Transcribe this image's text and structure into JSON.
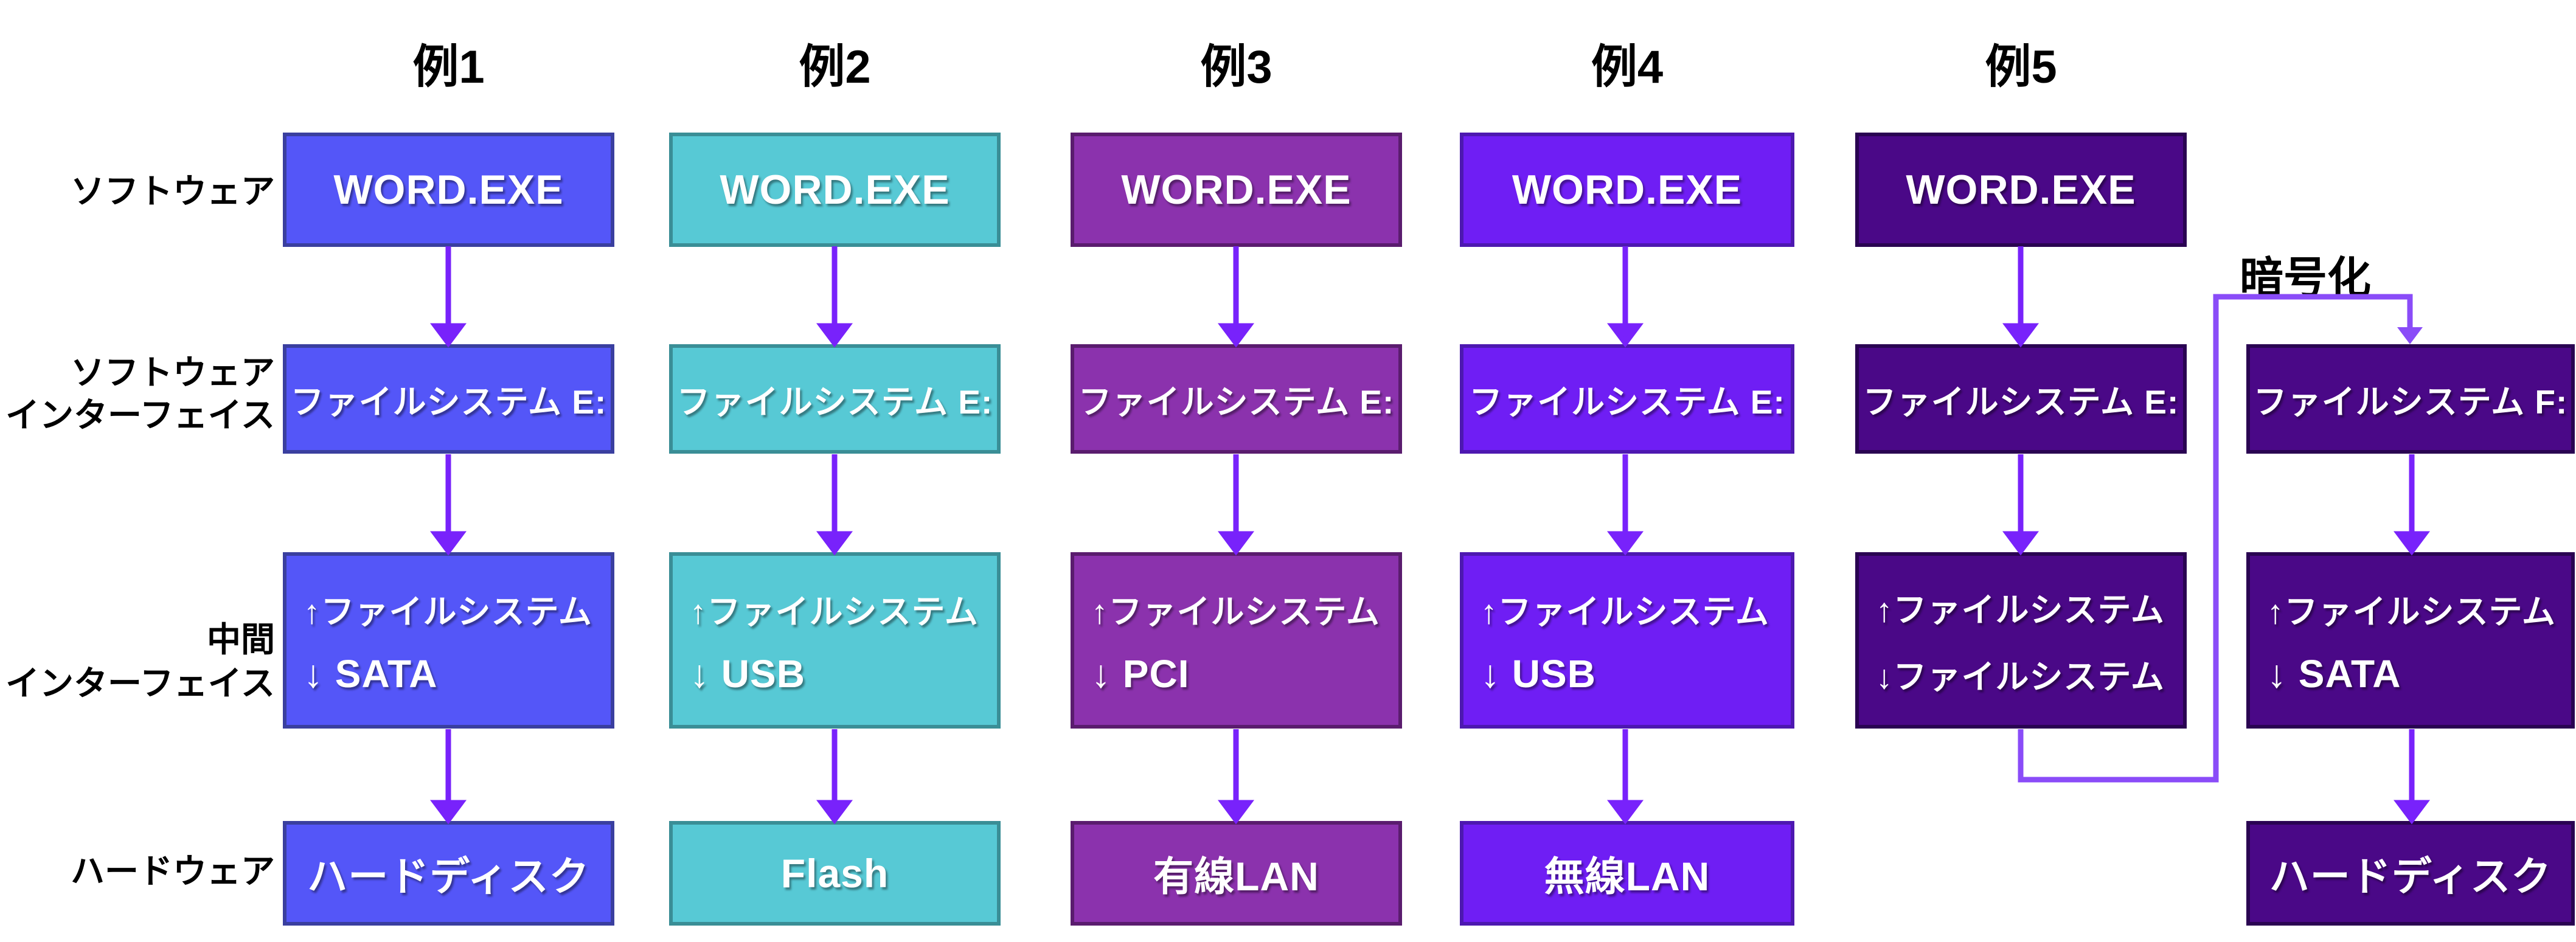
{
  "page": {
    "background": "#ffffff"
  },
  "colors": {
    "arrow": "#7822fb",
    "connector": "#8a4cf8",
    "title_text": "#000000",
    "label_text": "#000000",
    "box_text": "#ffffff",
    "col1_fill": "#5456f8",
    "col1_border": "#3a3f9f",
    "col2_fill": "#57c9d5",
    "col2_border": "#3a8e96",
    "col3_fill": "#8b32ad",
    "col3_border": "#5a1c6e",
    "col4_fill": "#6f1ef4",
    "col4_border": "#4d18b0",
    "col5_fill": "#4a0887",
    "col5_border": "#2a0452",
    "col6_fill": "#4a0887",
    "col6_border": "#2a0452"
  },
  "row_labels": {
    "software": "ソフトウェア",
    "software_interface_line1": "ソフトウェア",
    "software_interface_line2": "インターフェイス",
    "middle_interface_line1": "中間",
    "middle_interface_line2": "インターフェイス",
    "hardware": "ハードウェア"
  },
  "encryption_label": "暗号化",
  "columns": [
    {
      "title": "例1",
      "software": "WORD.EXE",
      "software_interface": "ファイルシステム E:",
      "middle_line1": "↑ファイルシステム",
      "middle_line2": "↓ SATA",
      "hardware": "ハードディスク"
    },
    {
      "title": "例2",
      "software": "WORD.EXE",
      "software_interface": "ファイルシステム E:",
      "middle_line1": "↑ファイルシステム",
      "middle_line2": "↓ USB",
      "hardware": "Flash"
    },
    {
      "title": "例3",
      "software": "WORD.EXE",
      "software_interface": "ファイルシステム E:",
      "middle_line1": "↑ファイルシステム",
      "middle_line2": "↓ PCI",
      "hardware": "有線LAN"
    },
    {
      "title": "例4",
      "software": "WORD.EXE",
      "software_interface": "ファイルシステム E:",
      "middle_line1": "↑ファイルシステム",
      "middle_line2": "↓ USB",
      "hardware": "無線LAN"
    },
    {
      "title": "例5",
      "software": "WORD.EXE",
      "software_interface": "ファイルシステム E:",
      "middle_line1": "↑ファイルシステム",
      "middle_line2": "↓ファイルシステム"
    },
    {
      "software_interface": "ファイルシステム F:",
      "middle_line1": "↑ファイルシステム",
      "middle_line2": "↓ SATA",
      "hardware": "ハードディスク"
    }
  ]
}
